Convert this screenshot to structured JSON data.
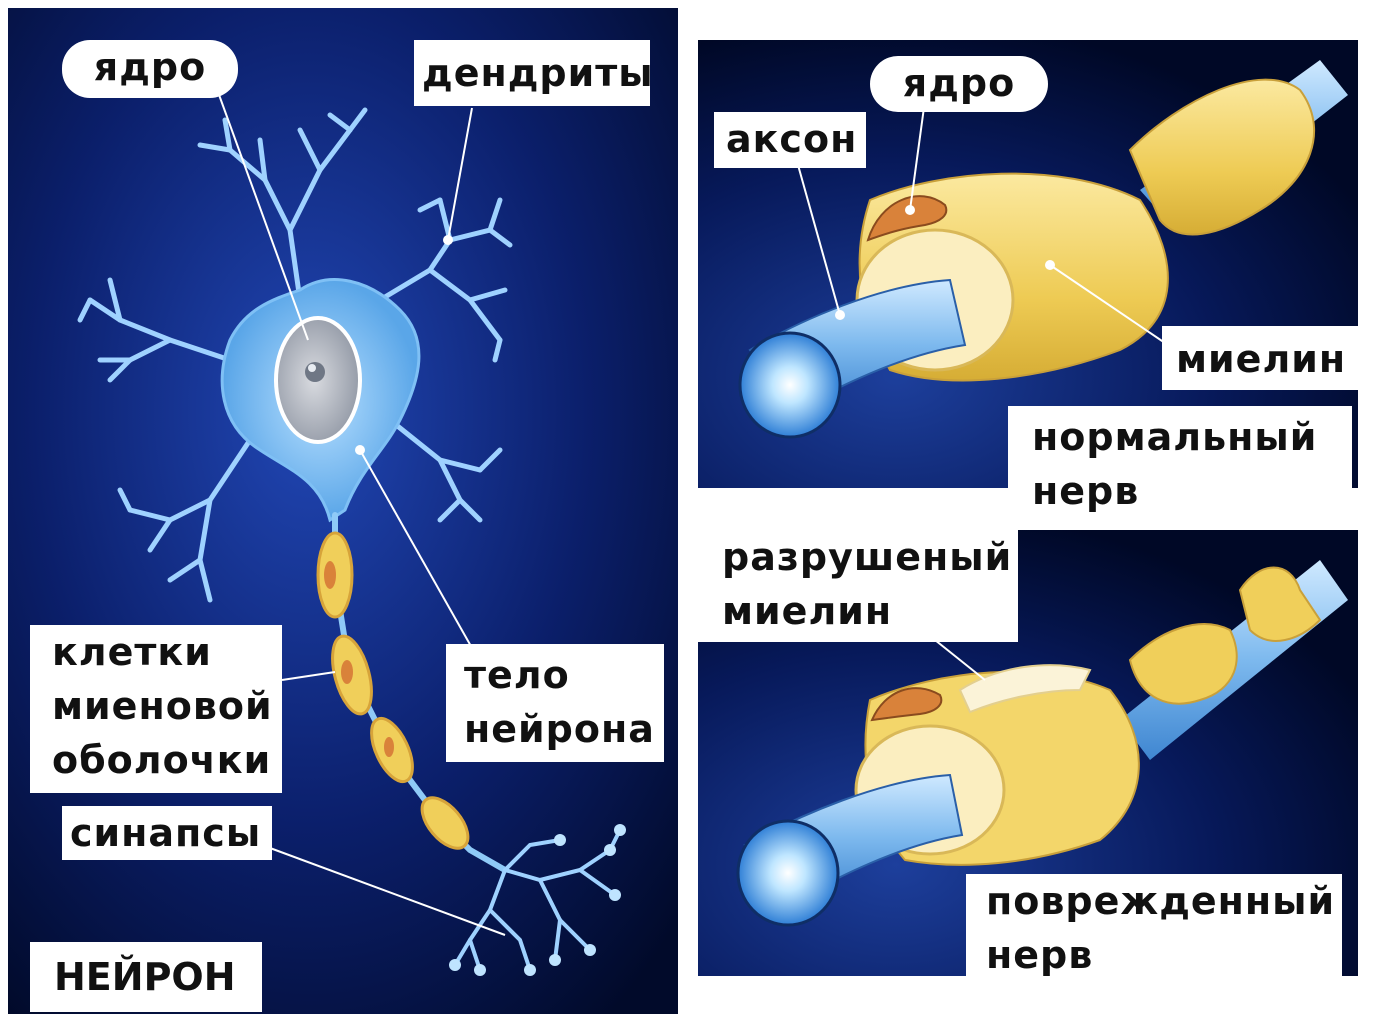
{
  "neuron_panel": {
    "title": "НЕЙРОН",
    "labels": {
      "nucleus": "ядро",
      "dendrites": "дендриты",
      "myelin_cells": [
        "клетки",
        "миеновой",
        "оболочки"
      ],
      "cell_body": [
        "тело",
        "нейрона"
      ],
      "synapses": "синапсы"
    }
  },
  "normal_nerve_panel": {
    "labels": {
      "nucleus": "ядро",
      "axon": "аксон",
      "myelin": "миелин",
      "caption": [
        "нормальный",
        "нерв"
      ]
    }
  },
  "damaged_nerve_panel": {
    "labels": {
      "destroyed_myelin": [
        "разрушеный",
        "миелин"
      ],
      "caption": [
        "поврежденный",
        "нерв"
      ]
    }
  },
  "colors": {
    "background_center": "#1d3fa0",
    "background_edge": "#000814",
    "axon_blue": "#8cc8f5",
    "myelin_yellow": "#f3d66a",
    "nucleus_orange": "#d9823a",
    "label_bg": "#ffffff"
  }
}
